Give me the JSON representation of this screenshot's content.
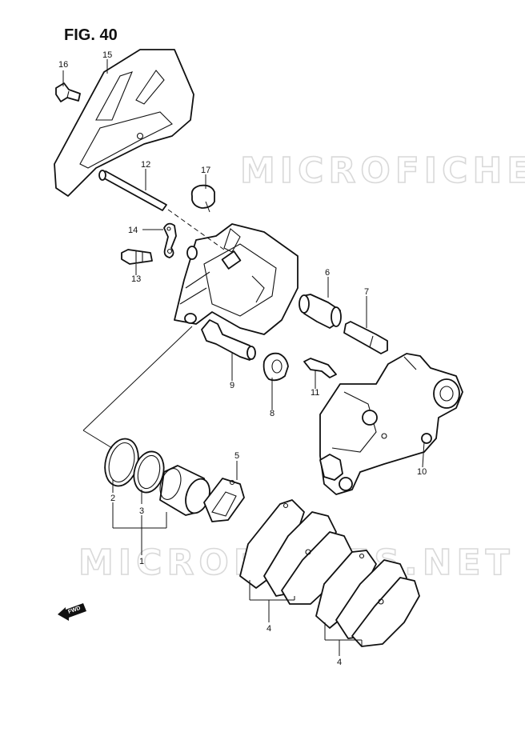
{
  "figure": {
    "title": "FIG. 40"
  },
  "watermark": {
    "text_top": "MICROFICHES.NET",
    "text_bottom": "MICROFICHES.NET"
  },
  "direction_marker": {
    "label": "FWD"
  },
  "callouts": {
    "c1": "1",
    "c2": "2",
    "c3": "3",
    "c4a": "4",
    "c4b": "4",
    "c5": "5",
    "c6": "6",
    "c7": "7",
    "c8": "8",
    "c9": "9",
    "c10": "10",
    "c11": "11",
    "c12": "12",
    "c13": "13",
    "c14": "14",
    "c15": "15",
    "c16": "16",
    "c17": "17"
  },
  "colors": {
    "ink": "#111111",
    "watermark": "#d9d9d9",
    "background": "#ffffff"
  }
}
